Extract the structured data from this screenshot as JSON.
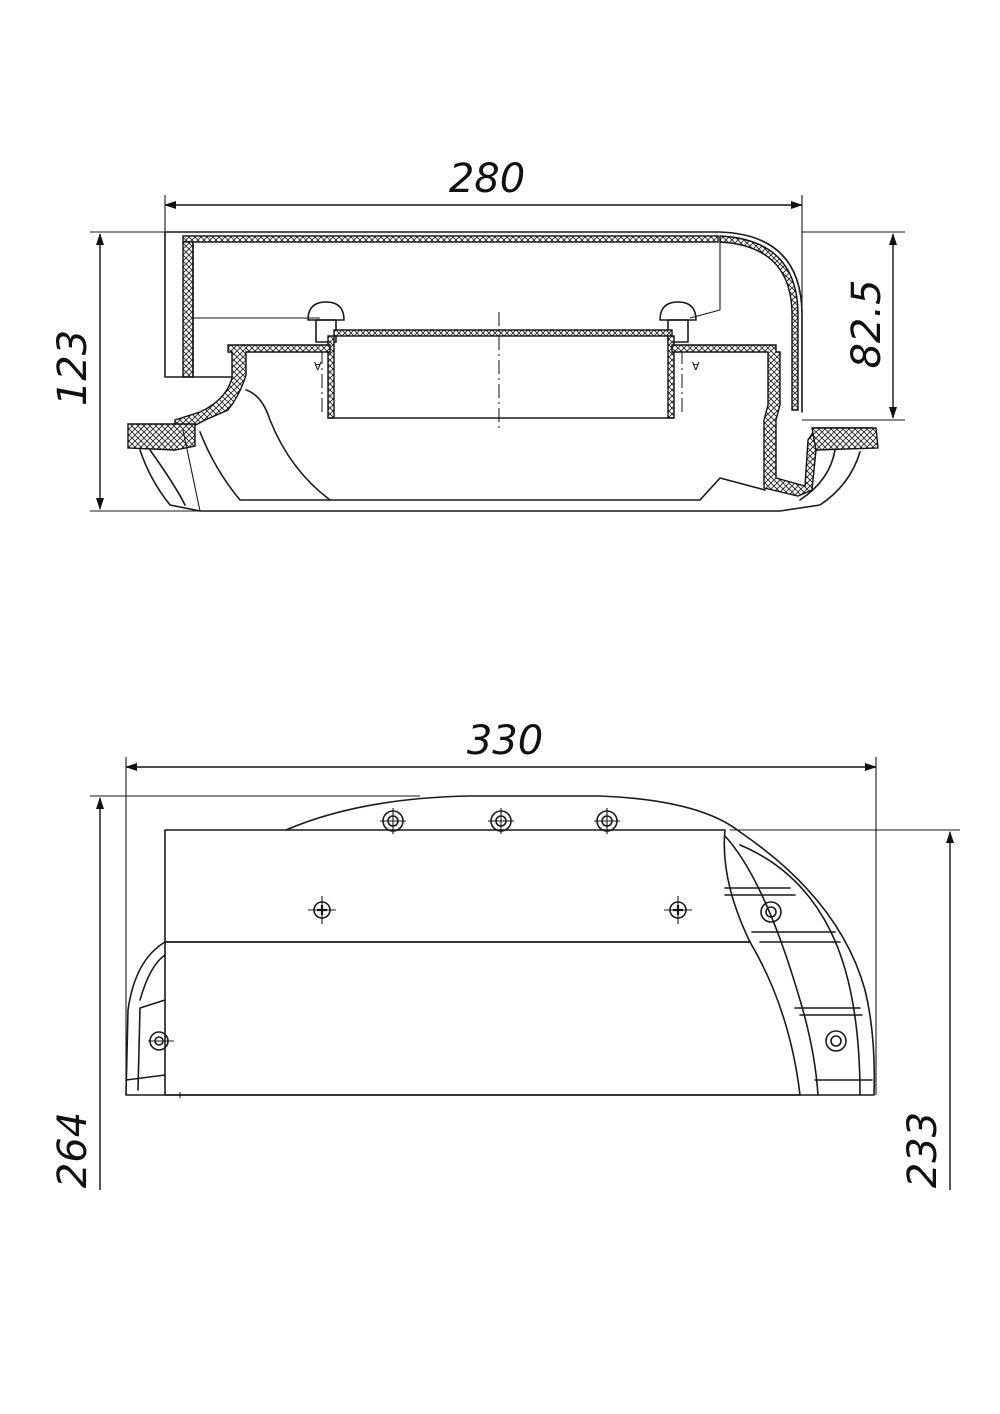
{
  "side_view": {
    "width_label": "280",
    "height_label": "123",
    "depth_label": "82.5"
  },
  "top_view": {
    "width_label": "330",
    "left_height_label": "264",
    "right_height_label": "233"
  }
}
